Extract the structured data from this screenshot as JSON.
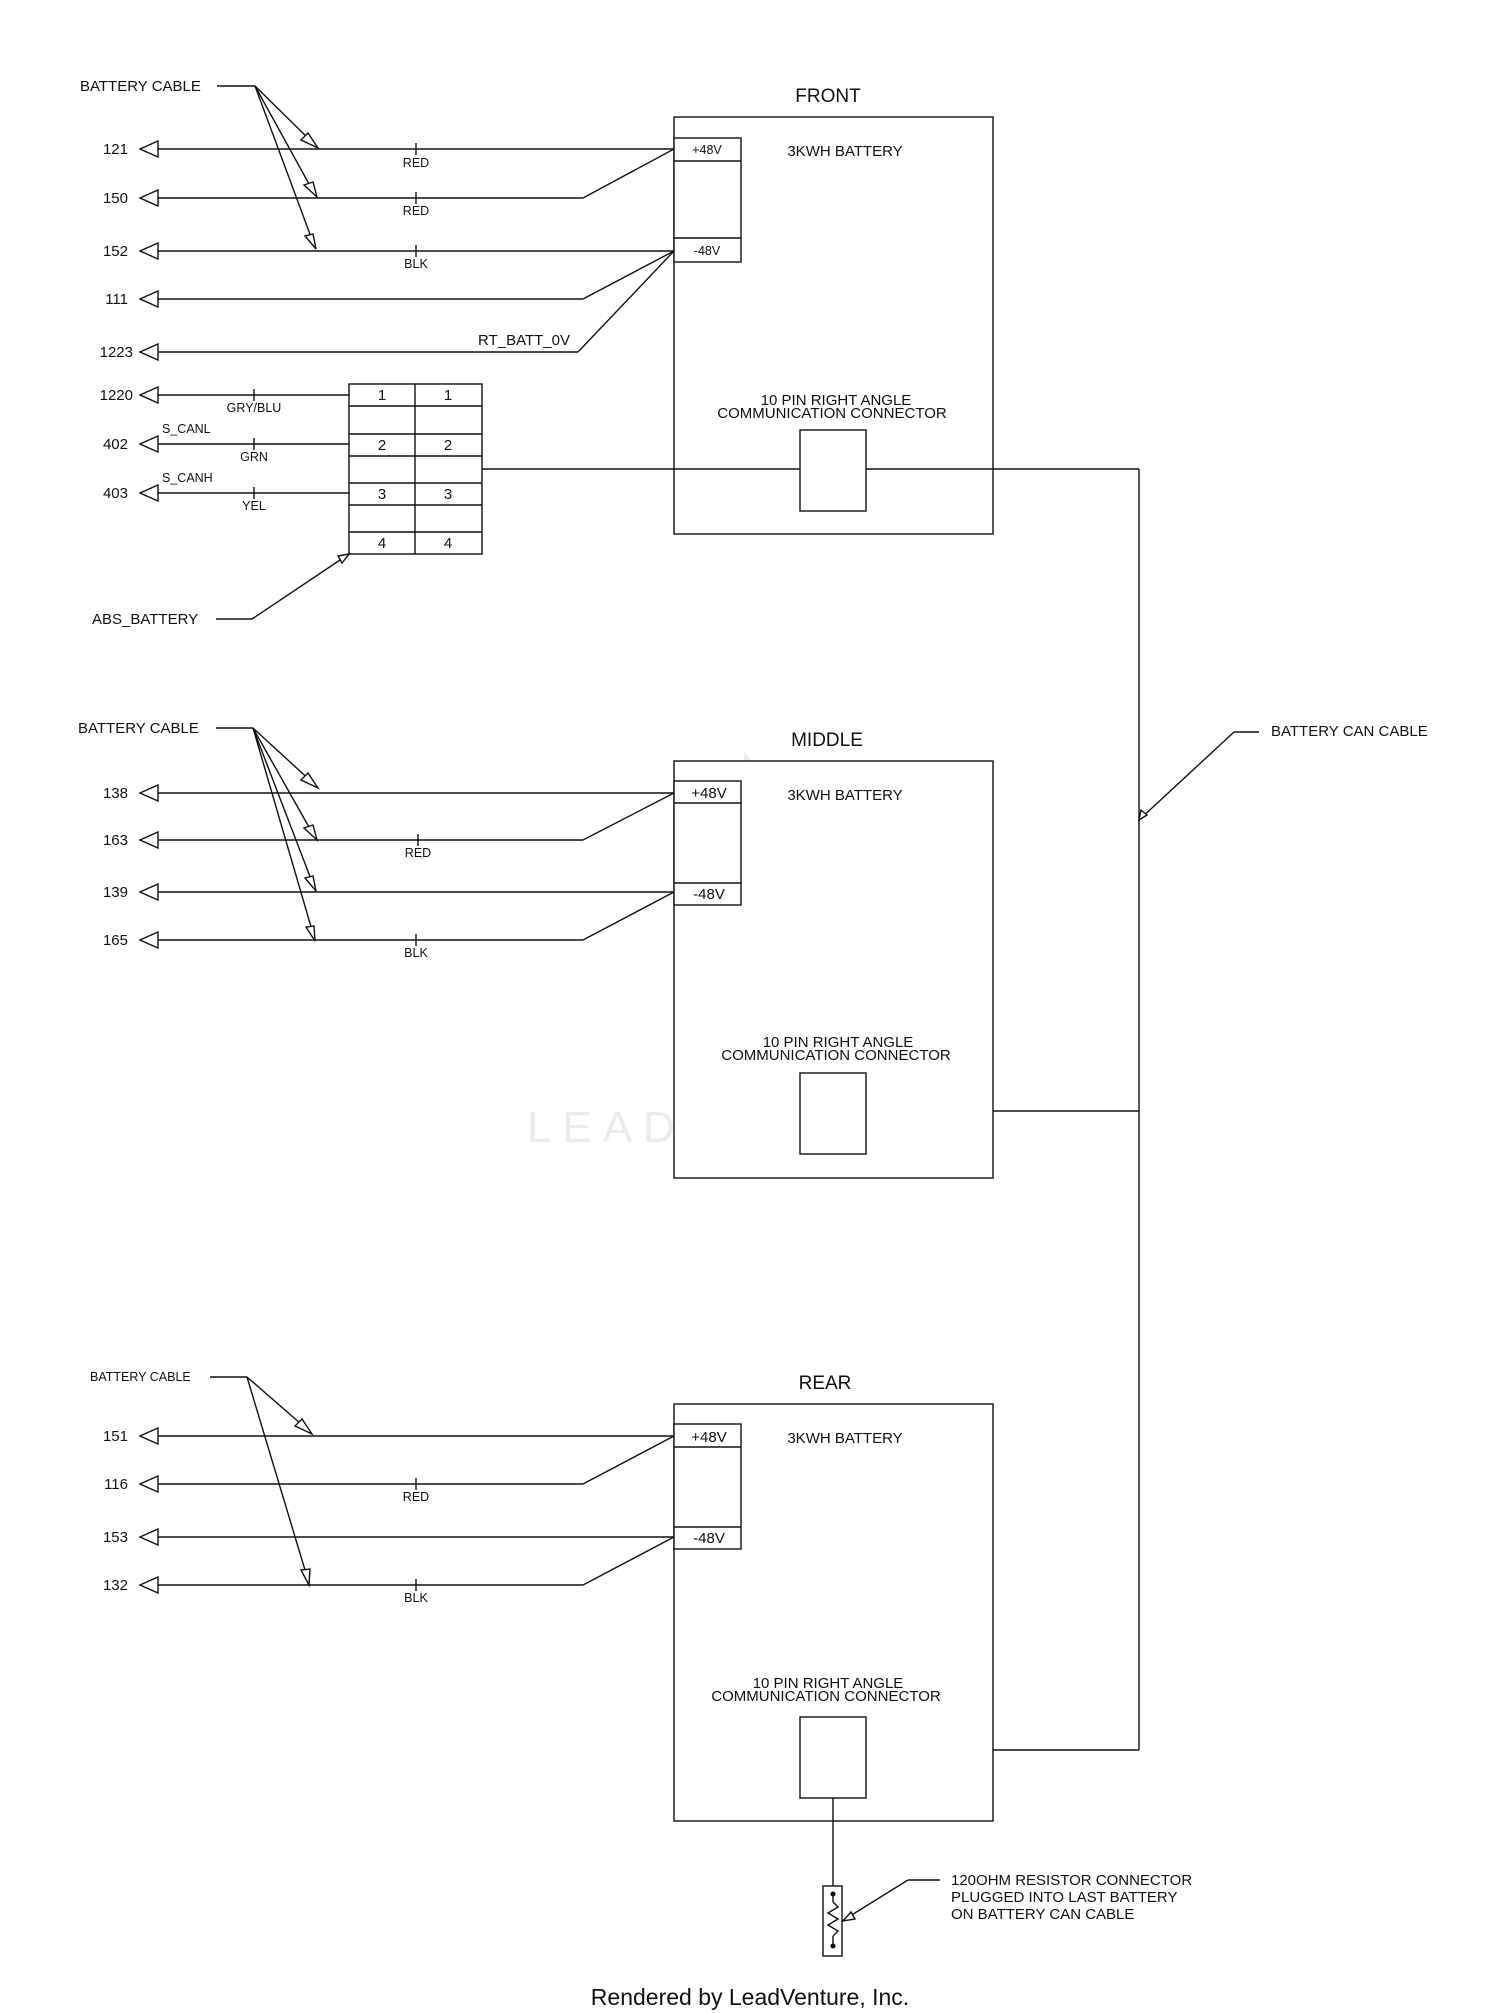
{
  "title_front": "FRONT",
  "title_middle": "MIDDLE",
  "title_rear": "REAR",
  "battery_label": "3KWH BATTERY",
  "connector_line1": "10 PIN RIGHT ANGLE",
  "connector_line2": "COMMUNICATION CONNECTOR",
  "plus_terminal": "+48V",
  "minus_terminal": "-48V",
  "battery_cable": "BATTERY CABLE",
  "battery_can_cable": "BATTERY CAN CABLE",
  "abs_battery": "ABS_BATTERY",
  "rt_batt": "RT_BATT_0V",
  "s_canl": "S_CANL",
  "s_canh": "S_CANH",
  "front_wires": [
    "121",
    "150",
    "152",
    "111",
    "1223"
  ],
  "front_colors": [
    "RED",
    "RED",
    "BLK"
  ],
  "abs_wires": [
    "1220",
    "402",
    "403"
  ],
  "abs_colors": [
    "GRY/BLU",
    "GRN",
    "YEL"
  ],
  "connector_pins": [
    "1",
    "2",
    "3",
    "4"
  ],
  "middle_wires": [
    "138",
    "163",
    "139",
    "165"
  ],
  "middle_colors": [
    "RED",
    "BLK"
  ],
  "rear_wires": [
    "151",
    "116",
    "153",
    "132"
  ],
  "rear_colors": [
    "RED",
    "BLK"
  ],
  "resistor_note": [
    "120OHM RESISTOR CONNECTOR",
    "PLUGGED INTO LAST BATTERY",
    "ON BATTERY CAN CABLE"
  ],
  "watermark": "LEADVENTURE",
  "footer": "Rendered by LeadVenture, Inc."
}
